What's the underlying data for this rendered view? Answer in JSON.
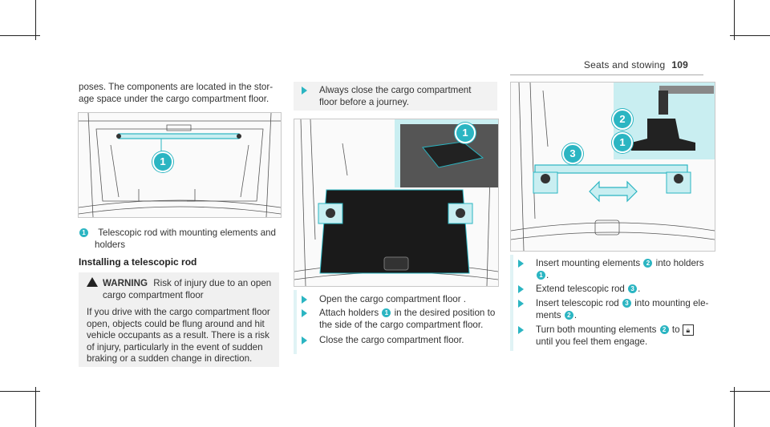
{
  "header": {
    "section": "Seats and stowing",
    "page": "109"
  },
  "col1": {
    "intro": [
      "poses. The components are located in the stor-",
      "age space under the cargo compartment floor."
    ],
    "legend_num": "1",
    "legend": [
      "Telescopic rod with mounting elements and",
      "holders"
    ],
    "heading": "Installing a telescopic rod",
    "warning": {
      "title": "WARNING",
      "lead": "Risk of injury due to an open",
      "lead2": "cargo compartment floor",
      "body": [
        "If you drive with the cargo compartment floor",
        "open, objects could be flung around and hit",
        "vehicle occupants as a result. There is a risk",
        "of injury, particularly in the event of sudden",
        "braking or a sudden change in direction."
      ]
    },
    "fig_label": "1"
  },
  "col2": {
    "note": [
      "Always close the cargo compartment",
      "floor before a journey."
    ],
    "fig_label": "1",
    "steps": [
      {
        "lines": [
          "Open the cargo compartment floor ."
        ]
      },
      {
        "lines": [
          "Attach holders",
          "in the desired position to",
          "the side of the cargo compartment floor."
        ],
        "num": "1"
      },
      {
        "lines": [
          "Close the cargo compartment floor."
        ]
      }
    ]
  },
  "col3": {
    "fig_labels": [
      "2",
      "1",
      "3"
    ],
    "steps": [
      {
        "a": "Insert mounting elements",
        "num": "2",
        "b": "into holders",
        "num2": "1",
        "c": "."
      },
      {
        "a": "Extend telescopic rod",
        "num": "3",
        "b": "."
      },
      {
        "a": "Insert telescopic rod",
        "num": "3",
        "b": "into mounting ele-",
        "c": "ments",
        "num2": "2",
        "d": "."
      },
      {
        "a": "Turn both mounting elements",
        "num": "2",
        "b": "to",
        "c": "until you feel them engage."
      }
    ]
  },
  "colors": {
    "accent": "#2bb5c2",
    "light_accent": "#c9eef1"
  },
  "icons": [
    "warning-triangle-icon",
    "arrow-right-icon",
    "lock-icon"
  ]
}
